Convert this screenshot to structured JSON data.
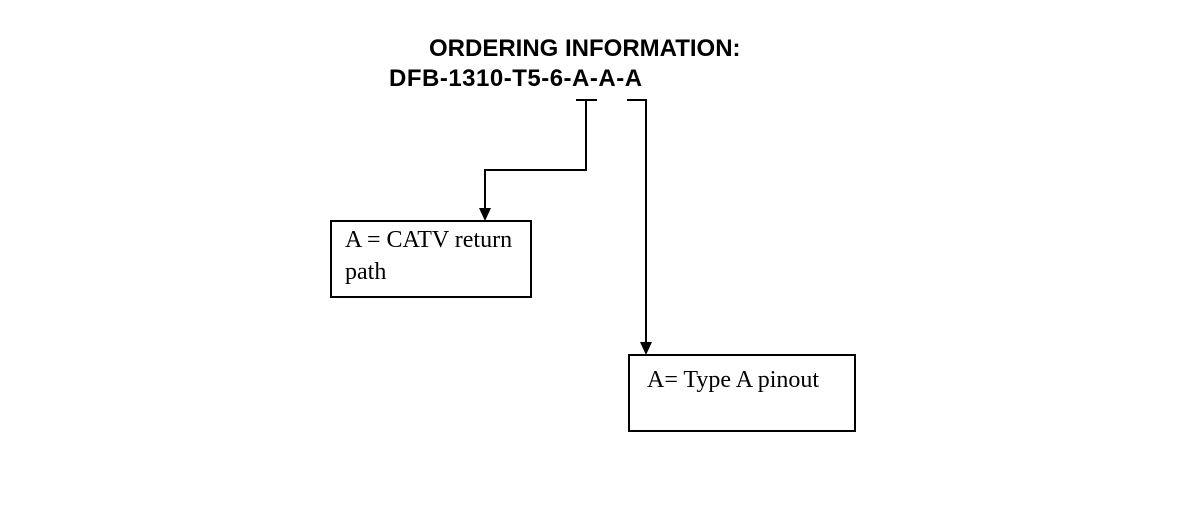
{
  "colors": {
    "background": "#ffffff",
    "line": "#000000",
    "text": "#000000"
  },
  "header": {
    "title": "ORDERING INFORMATION:",
    "part_number": "DFB-1310-T5-6-A-A-A"
  },
  "callouts": [
    {
      "id": "catv-return-path",
      "text": "A = CATV return path"
    },
    {
      "id": "type-a-pinout",
      "text": "A= Type A pinout"
    }
  ]
}
